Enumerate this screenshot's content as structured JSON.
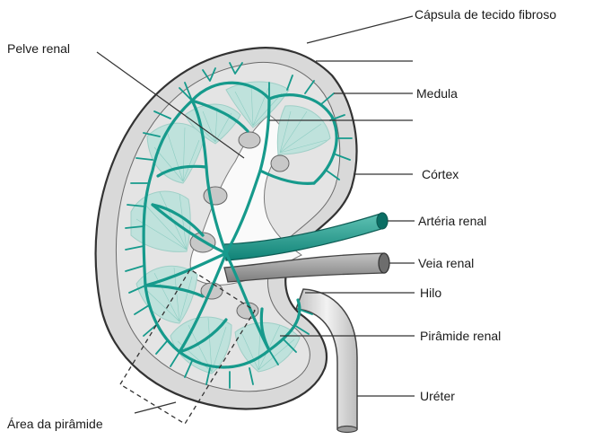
{
  "labels": {
    "capsula": "Cápsula de tecido fibroso",
    "pelve": "Pelve renal",
    "medula": "Medula",
    "cortex": "Córtex",
    "arteria": "Artéria renal",
    "veia": "Veia renal",
    "hilo": "Hilo",
    "piramide": "Pirâmide renal",
    "ureter": "Uréter",
    "area": "Área da pirâmide"
  },
  "colors": {
    "capsule_fill": "#dcdcdc",
    "cortex_fill": "#e6e6e6",
    "pyramid_fill": "#bfe2dc",
    "vessel": "#159a8c",
    "vein": "#8f8f8f",
    "outline": "#333333"
  }
}
